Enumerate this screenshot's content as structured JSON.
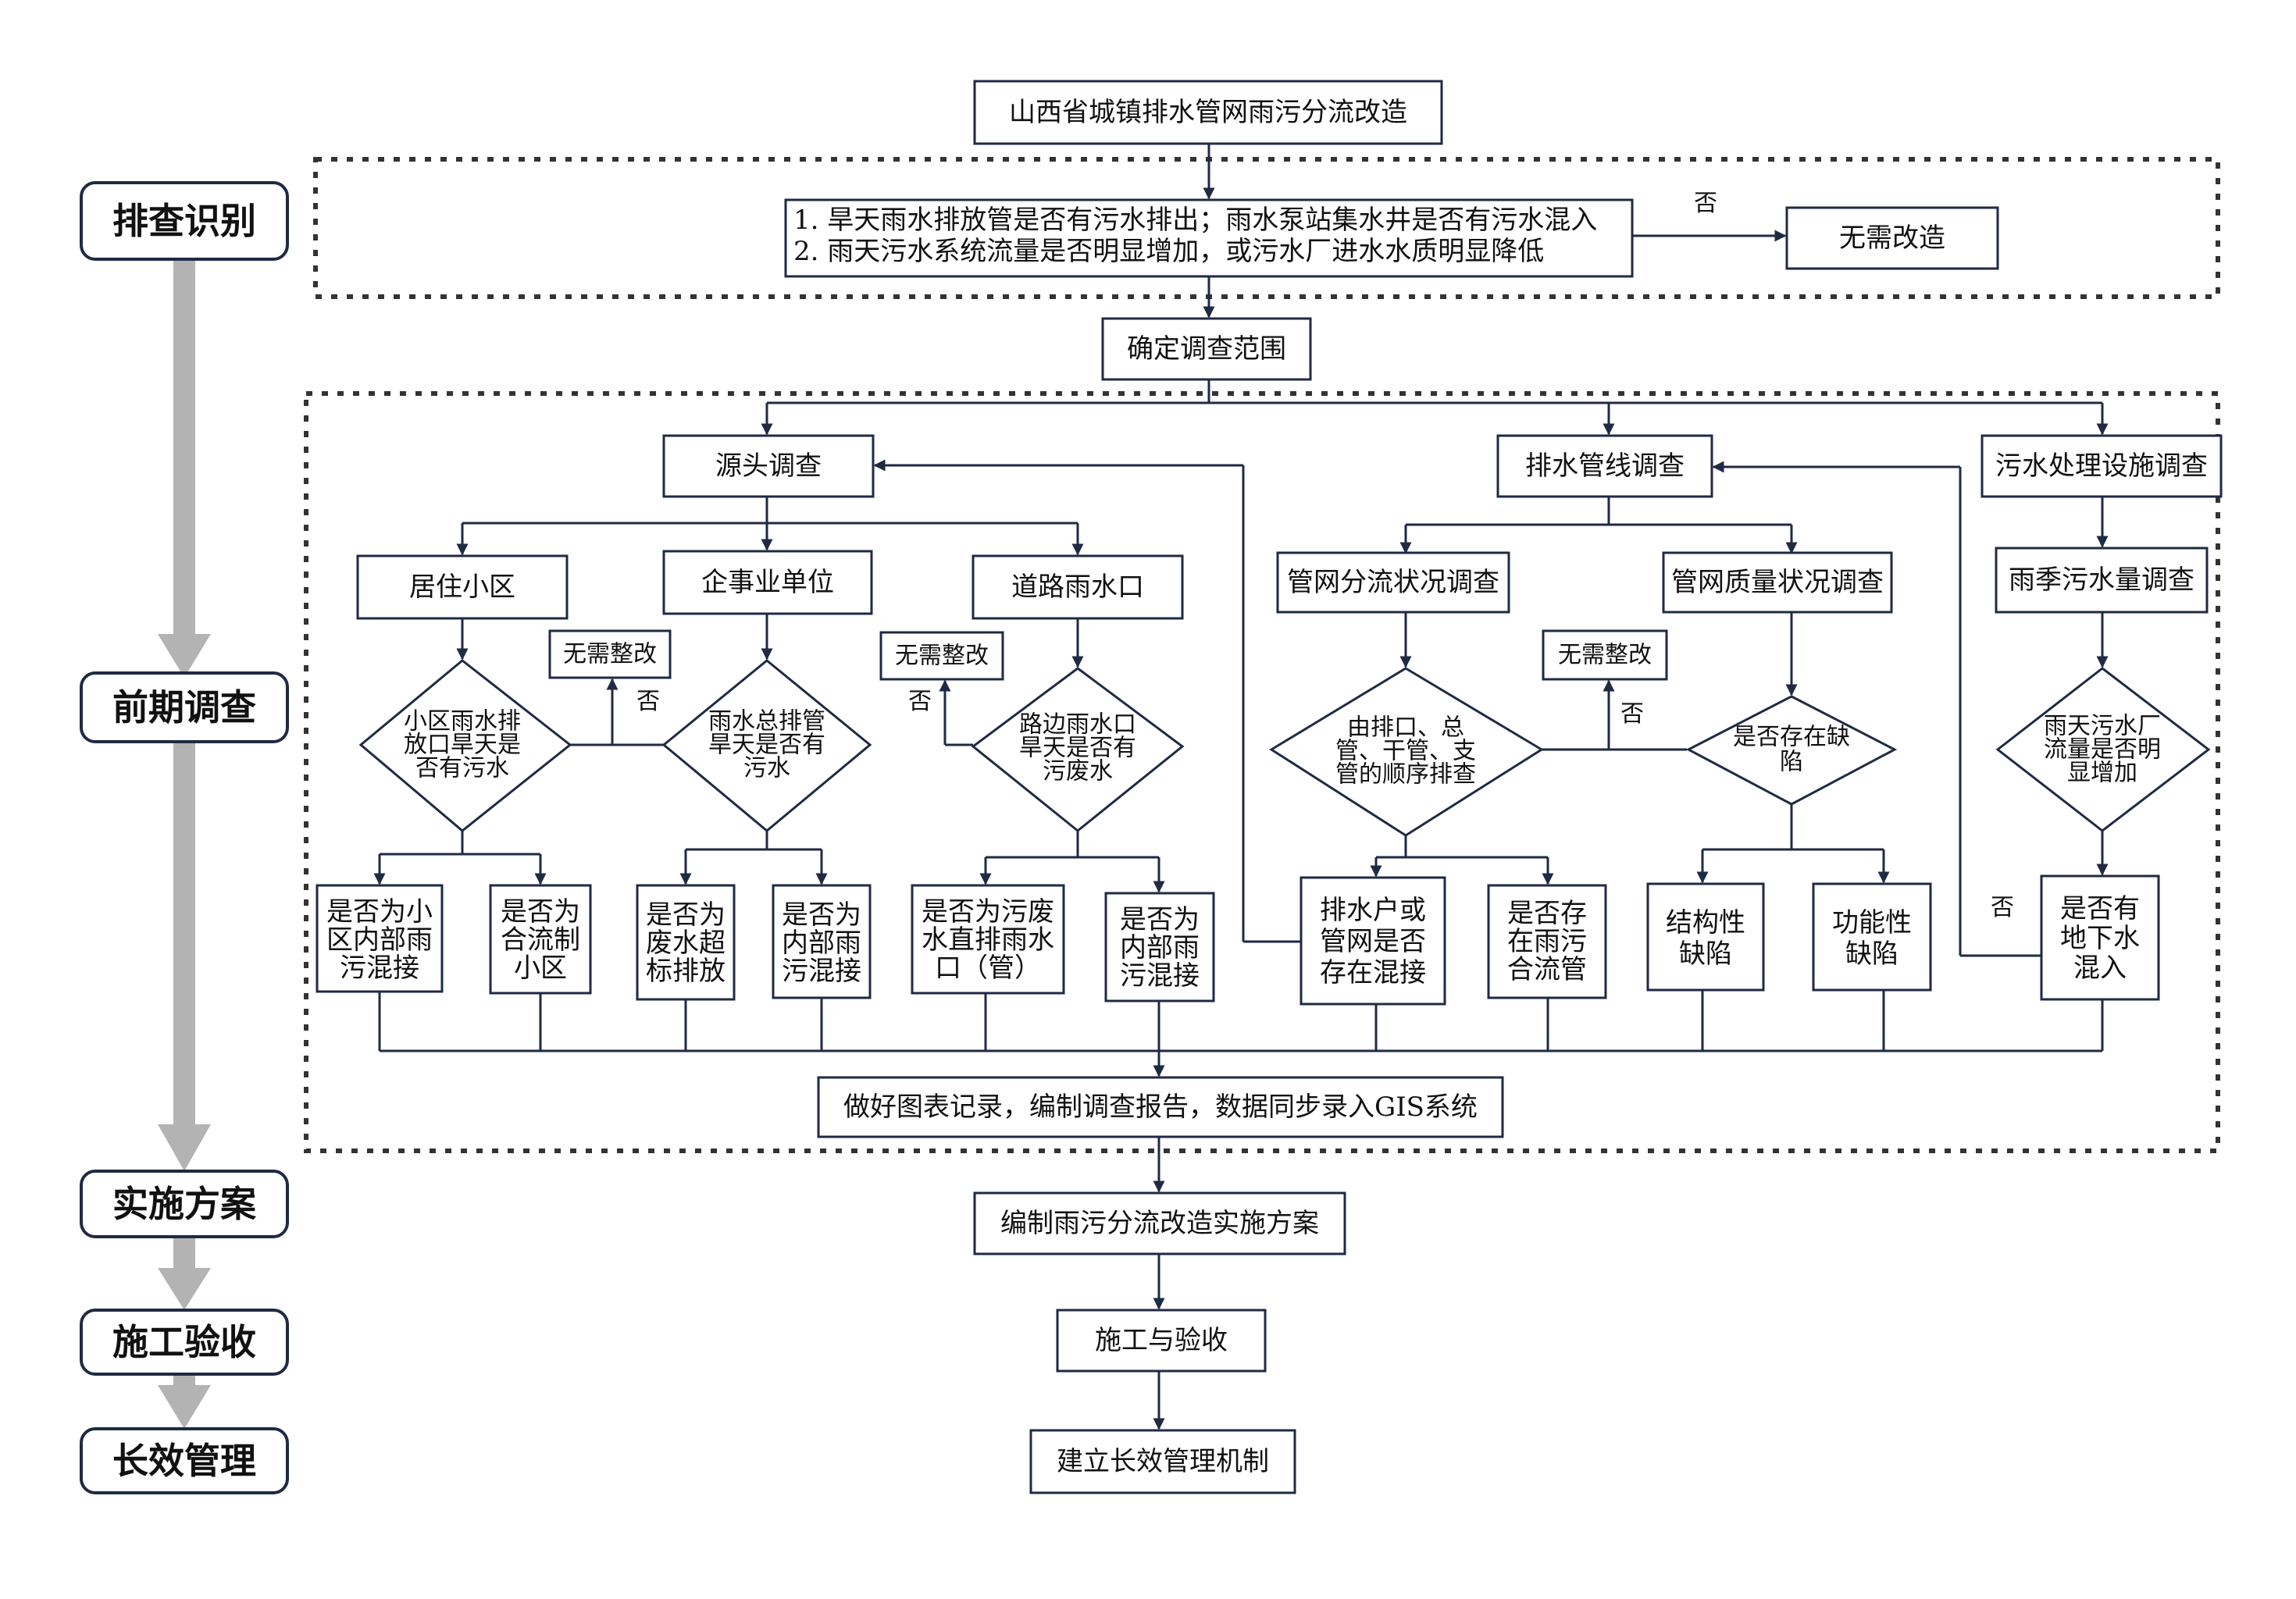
{
  "title": "山西省城镇排水管网雨污分流改造",
  "phases": [
    "排查识别",
    "前期调查",
    "实施方案",
    "施工验收",
    "长效管理"
  ],
  "check": {
    "line1": "1. 旱天雨水排放管是否有污水排出；雨水泵站集水井是否有污水混入",
    "line2": "2. 雨天污水系统流量是否明显增加，或污水厂进水水质明显降低"
  },
  "no_renovation": "无需改造",
  "no_label": "否",
  "scope": "确定调查范围",
  "survey": {
    "source": "源头调查",
    "pipeline": "排水管线调查",
    "plant": "污水处理设施调查"
  },
  "source_branches": {
    "residential": "居住小区",
    "enterprise": "企事业单位",
    "road": "道路雨水口"
  },
  "no_fix": "无需整改",
  "pipeline_branches": {
    "split": "管网分流状况调查",
    "quality": "管网质量状况调查"
  },
  "plant_branch": "雨季污水量调查",
  "decisions": {
    "residential": [
      "小区雨水排",
      "放口旱天是",
      "否有污水"
    ],
    "enterprise": [
      "雨水总排管",
      "旱天是否有",
      "污水"
    ],
    "road": [
      "路边雨水口",
      "旱天是否有",
      "污废水"
    ],
    "split": [
      "由排口、总",
      "管、干管、支",
      "管的顺序排查"
    ],
    "quality": [
      "是否存在缺",
      "陷"
    ],
    "plant": [
      "雨天污水厂",
      "流量是否明",
      "显增加"
    ]
  },
  "leaves": {
    "res_internal": [
      "是否为小",
      "区内部雨",
      "污混接"
    ],
    "res_combined": [
      "是否为",
      "合流制",
      "小区"
    ],
    "ent_waste": [
      "是否为",
      "废水超",
      "标排放"
    ],
    "ent_internal": [
      "是否为",
      "内部雨",
      "污混接"
    ],
    "road_direct": [
      "是否为污废",
      "水直排雨水",
      "口（管）"
    ],
    "road_internal": [
      "是否为",
      "内部雨",
      "污混接"
    ],
    "household": [
      "排水户或",
      "管网是否",
      "存在混接"
    ],
    "combined_pipe": [
      "是否存",
      "在雨污",
      "合流管"
    ],
    "structural": [
      "结构性",
      "缺陷"
    ],
    "functional": [
      "功能性",
      "缺陷"
    ],
    "groundwater": [
      "是否有",
      "地下水",
      "混入"
    ]
  },
  "record": "做好图表记录，编制调查报告，数据同步录入GIS系统",
  "plan": "编制雨污分流改造实施方案",
  "construction": "施工与验收",
  "mechanism": "建立长效管理机制"
}
